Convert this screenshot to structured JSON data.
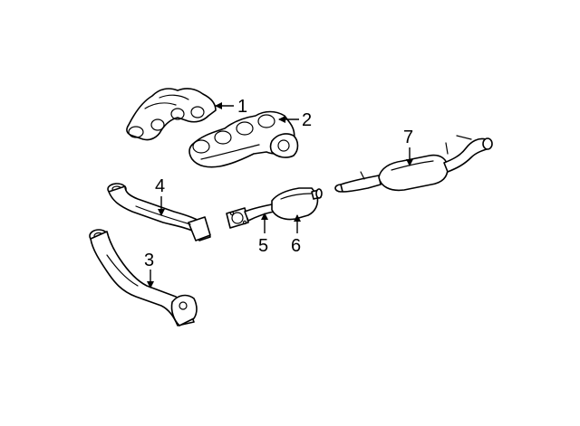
{
  "callouts": {
    "c1": "1",
    "c2": "2",
    "c3": "3",
    "c4": "4",
    "c5": "5",
    "c6": "6",
    "c7": "7"
  },
  "colors": {
    "line": "#000000",
    "background": "#ffffff"
  }
}
